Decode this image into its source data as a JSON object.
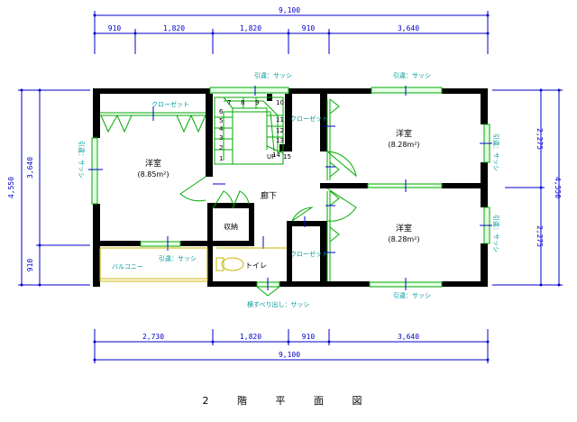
{
  "title": "2 階 平 面 図",
  "dims_top": {
    "total": "9,100",
    "segments": [
      "910",
      "1,820",
      "1,820",
      "910",
      "3,640"
    ]
  },
  "dims_bottom": {
    "total": "9,100",
    "segments": [
      "2,730",
      "1,820",
      "910",
      "3,640"
    ]
  },
  "dims_left": {
    "total": "4,550",
    "segments": [
      "3,640",
      "910"
    ]
  },
  "dims_right": {
    "total": "4,550",
    "segments": [
      "2,275",
      "2,275"
    ]
  },
  "rooms": {
    "western_left": {
      "name": "洋室",
      "area": "(8.85m²)"
    },
    "western_top_right": {
      "name": "洋室",
      "area": "(8.28m²)"
    },
    "western_bottom_right": {
      "name": "洋室",
      "area": "(8.28m²)"
    },
    "hallway": "廊下",
    "storage": "収納",
    "toilet": "トイレ",
    "balcony": "バルコニー"
  },
  "closets": {
    "left": "クローゼット",
    "top_right": "クローゼット",
    "bottom_right": "クローゼット"
  },
  "windows": {
    "top_stair": "引違：サッシ",
    "top_right": "引違：サッシ",
    "left_room": "引違：サッシ",
    "right_top": "引違：サッシ",
    "right_bottom": "引違：サッシ",
    "balcony": "引違：サッシ",
    "bottom_right": "引違：サッシ",
    "bottom_toilet": "横すべり出し：サッシ"
  },
  "stairs": {
    "label": "UP",
    "steps": [
      "1",
      "2",
      "3",
      "4",
      "5",
      "6",
      "7",
      "8",
      "9",
      "10",
      "11",
      "12",
      "13",
      "14",
      "15"
    ]
  }
}
